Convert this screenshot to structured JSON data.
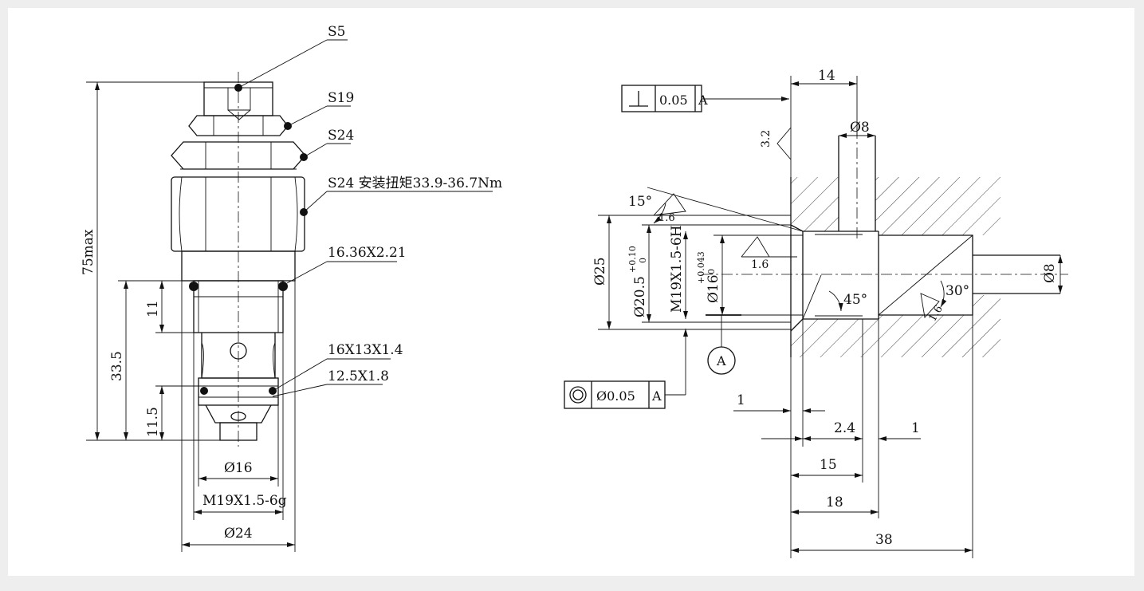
{
  "valve": {
    "callouts": {
      "s5": "S5",
      "s19": "S19",
      "s24_a": "S24",
      "s24_b": "S24 安装扭矩33.9-36.7Nm",
      "oring_big": "16.36X2.21",
      "oring_16": "16X13X1.4",
      "oring_12": "12.5X1.8"
    },
    "dims": {
      "overall": "75max",
      "d33": "33.5",
      "d11": "11",
      "d115": "11.5",
      "dia16": "Ø16",
      "thread": "M19X1.5-6g",
      "dia24": "Ø24"
    }
  },
  "cavity": {
    "fcf": {
      "perp_tol": "0.05",
      "perp_datum": "A",
      "conc_tol": "Ø0.05",
      "conc_datum": "A"
    },
    "datum_label": "A",
    "roughness": {
      "top": "3.2",
      "chamfer": "1.6",
      "bore": "1.6",
      "cone": "1.6"
    },
    "dims": {
      "d14": "14",
      "d8_top": "Ø8",
      "ang15": "15°",
      "dia25": "Ø25",
      "dia205": "Ø20.5",
      "tol205_up": "+0.10",
      "tol205_lo": "0",
      "thread": "M19X1.5-6H",
      "dia16": "Ø16",
      "tol16_up": "+0.043",
      "tol16_lo": "0",
      "ang45": "45°",
      "ang30": "30°",
      "d8_right": "Ø8",
      "d1_left": "1",
      "d24": "2.4",
      "d1_right": "1",
      "d15": "15",
      "d18": "18",
      "d38": "38"
    }
  }
}
